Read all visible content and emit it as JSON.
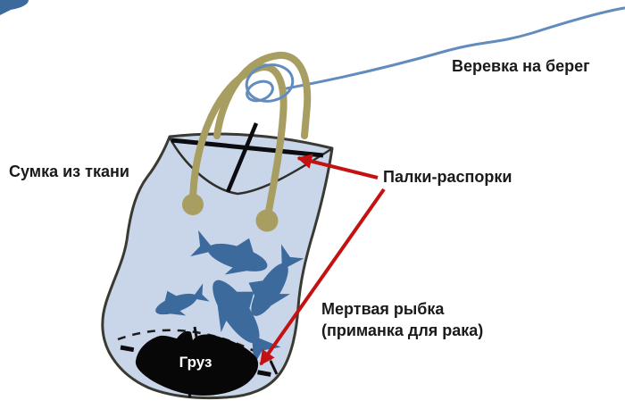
{
  "labels": {
    "rope_to_shore": "Веревка на берег",
    "fabric_bag": "Сумка из ткани",
    "spreader_sticks": "Палки-распорки",
    "bait_line1": "Мертвая рыбка",
    "bait_line2": "(приманка для рака)",
    "weight": "Груз"
  },
  "diagram": {
    "fish_count": 4,
    "arrow_targets": [
      "top-crossed-sticks",
      "bottom-dashed-stick"
    ]
  },
  "colors": {
    "background": "#ffffff",
    "bag_fill": "#c9d6ea",
    "bag_outline": "#3a3a32",
    "rim_line": "#30302a",
    "handle": "#a89e62",
    "fish": "#3c6a9c",
    "rope": "#628cbd",
    "arrow": "#c41212",
    "stick": "#0b0b10",
    "weight_fill": "#070707",
    "weight_text": "#ffffff",
    "label_text": "#1a1a1a"
  }
}
